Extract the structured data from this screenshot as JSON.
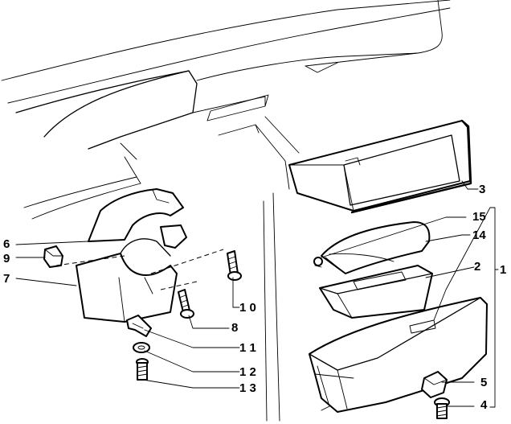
{
  "diagram": {
    "callouts": [
      {
        "id": "c1",
        "text": "1"
      },
      {
        "id": "c2",
        "text": "2"
      },
      {
        "id": "c3",
        "text": "3"
      },
      {
        "id": "c4",
        "text": "4"
      },
      {
        "id": "c5",
        "text": "5"
      },
      {
        "id": "c6",
        "text": "6"
      },
      {
        "id": "c7",
        "text": "7"
      },
      {
        "id": "c8",
        "text": "8"
      },
      {
        "id": "c9",
        "text": "9"
      },
      {
        "id": "c10",
        "text": "1 0"
      },
      {
        "id": "c11",
        "text": "1 1"
      },
      {
        "id": "c12",
        "text": "1 2"
      },
      {
        "id": "c13",
        "text": "1 3"
      },
      {
        "id": "c14",
        "text": "14"
      },
      {
        "id": "c15",
        "text": "15"
      }
    ]
  }
}
